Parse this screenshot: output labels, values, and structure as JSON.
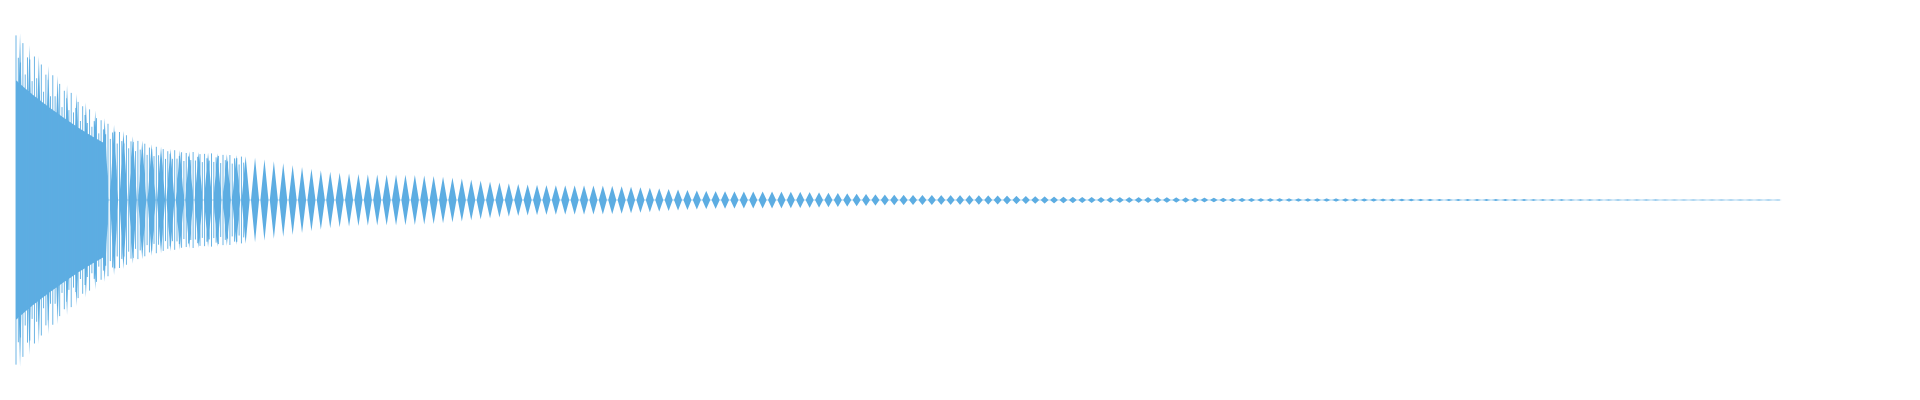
{
  "waveform": {
    "color": "#5dade2",
    "background": "#ffffff",
    "shape": "exponentially decaying oscillation",
    "envelope": {
      "initial_peak_fraction": 0.98,
      "decay": "exponential",
      "visible_fraction_of_timeline": 0.92
    }
  }
}
